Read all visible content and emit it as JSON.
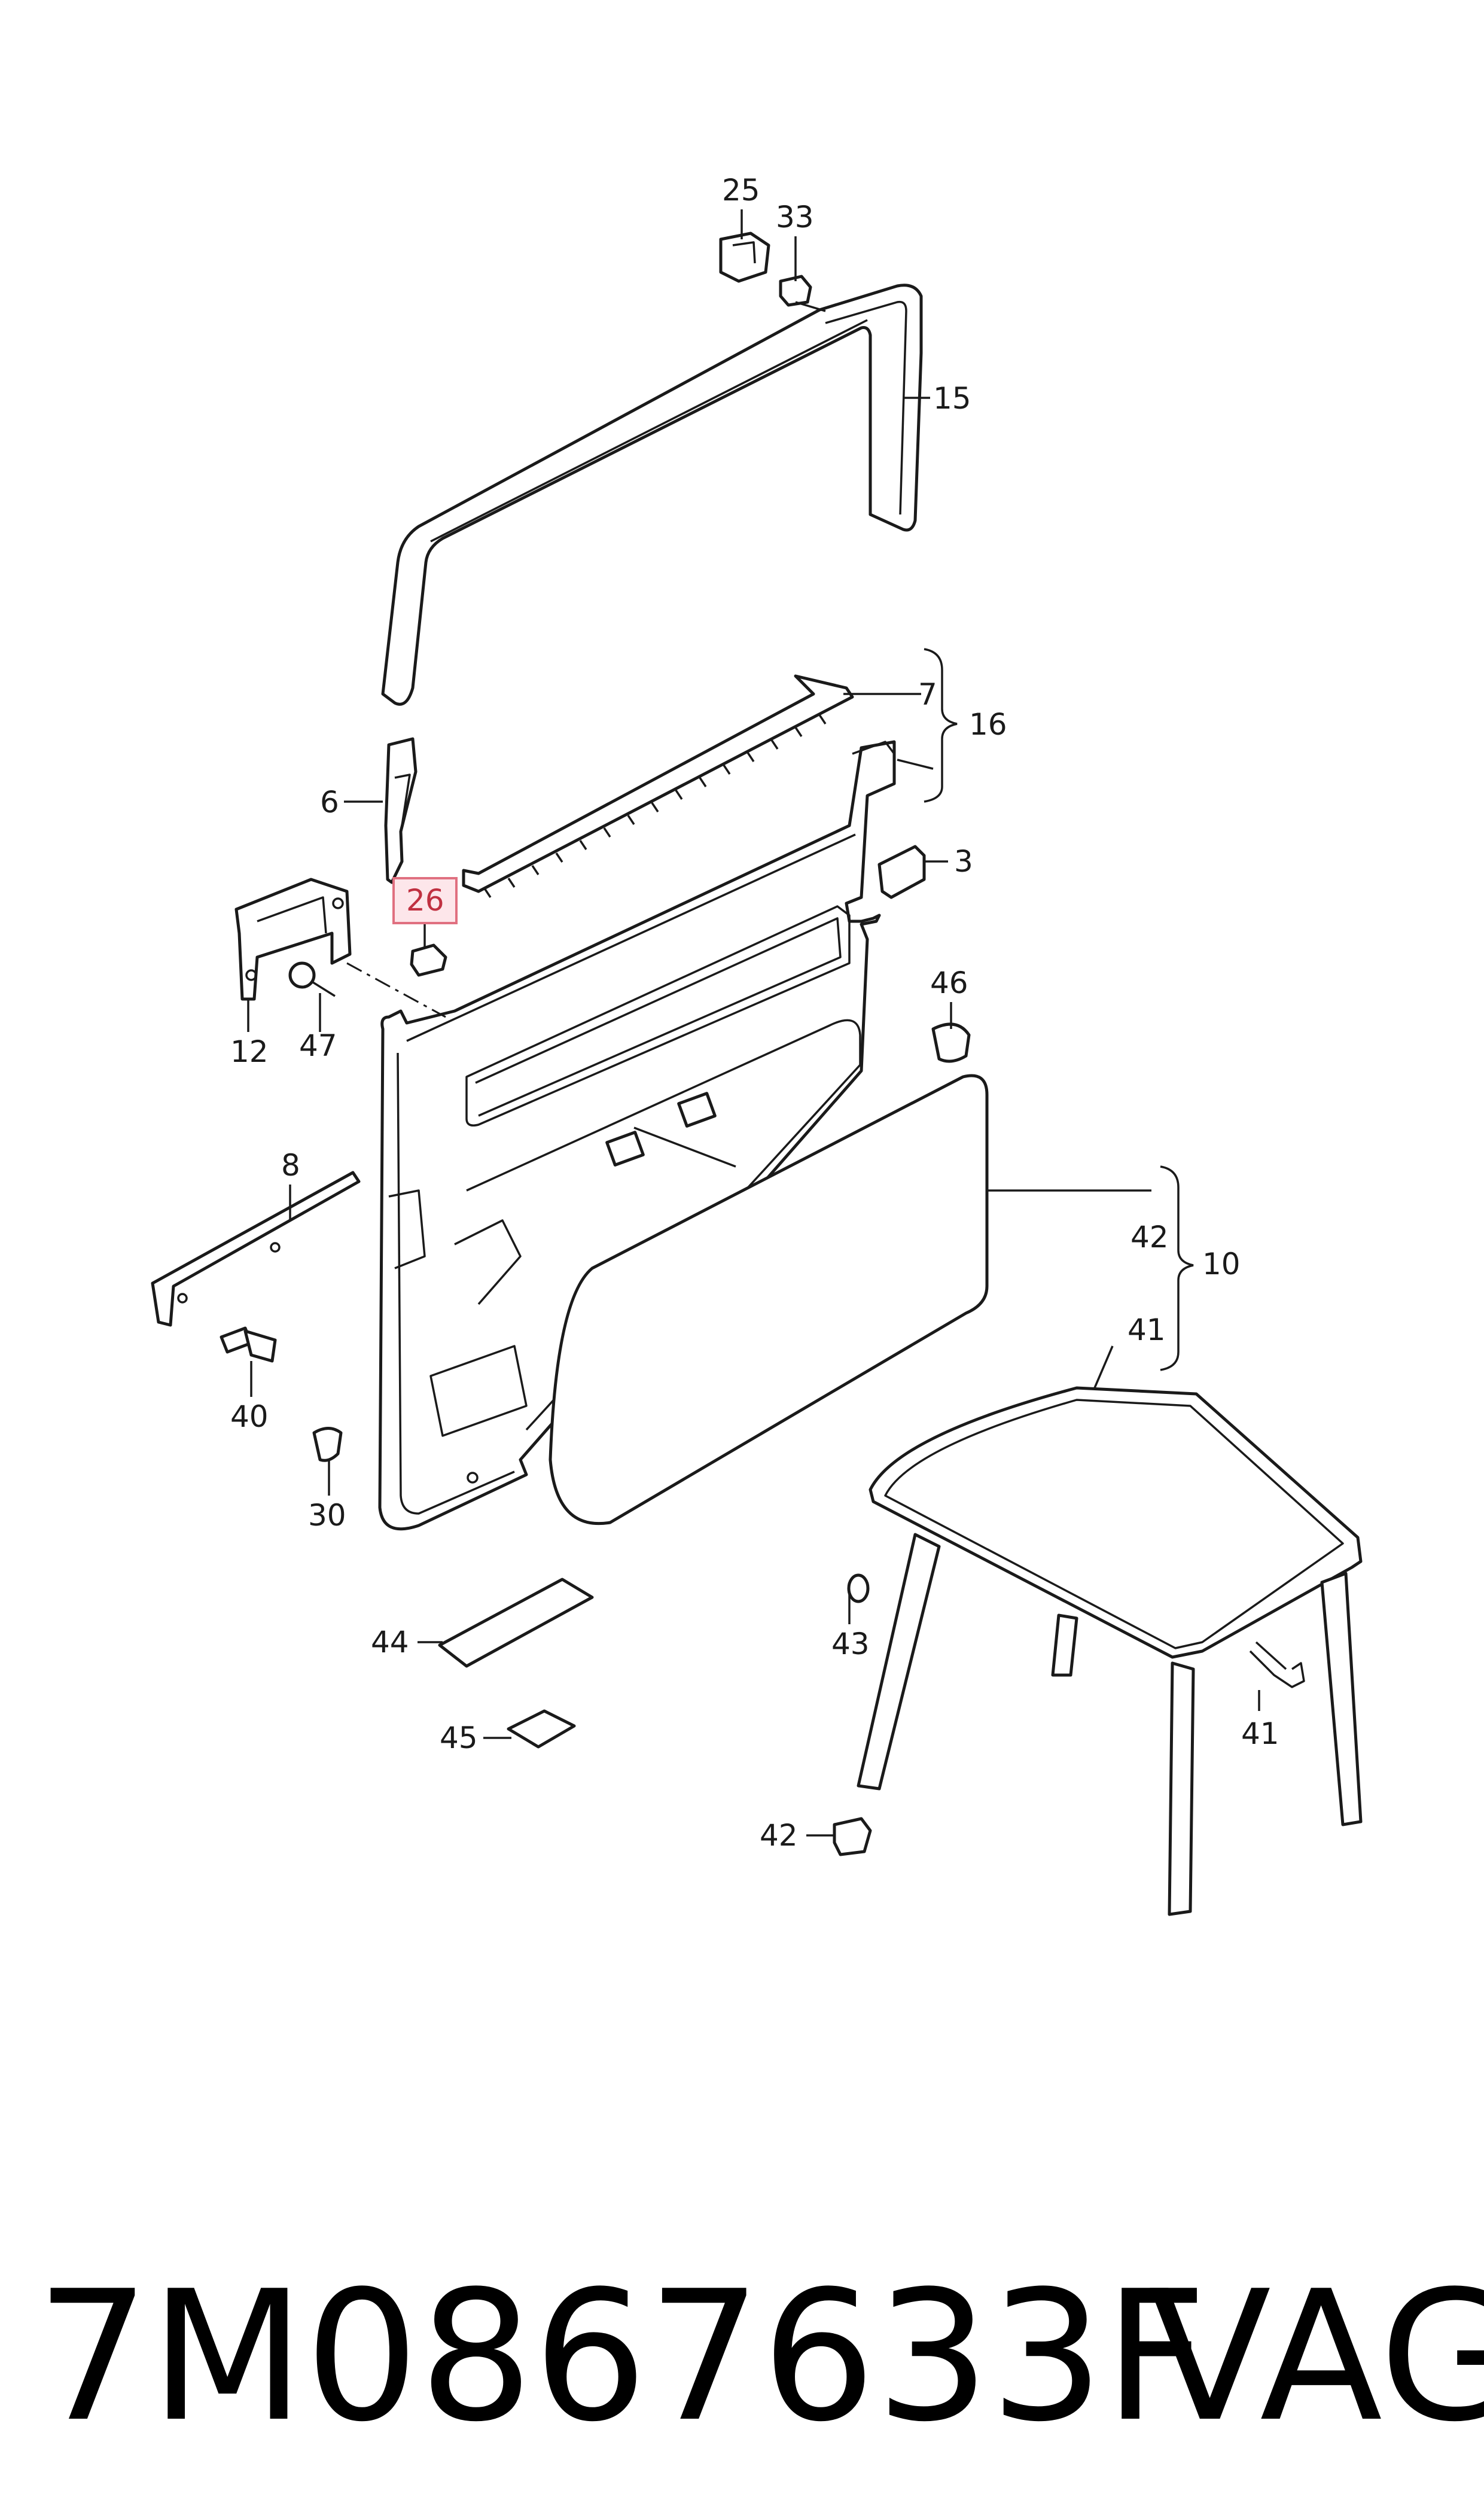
{
  "callouts": {
    "c25": "25",
    "c33": "33",
    "c15": "15",
    "c7": "7",
    "c16": "16",
    "c6": "6",
    "c26": "26",
    "c3": "3",
    "c12": "12",
    "c47": "47",
    "c46": "46",
    "c8": "8",
    "c42a": "42",
    "c10": "10",
    "c41a": "41",
    "c40": "40",
    "c30": "30",
    "c44": "44",
    "c43": "43",
    "c45": "45",
    "c41b": "41",
    "c42b": "42"
  },
  "highlighted_callout": "26",
  "caption": {
    "part_number": "7M0867633F",
    "brand": "VAG"
  },
  "colors": {
    "line": "#1a1a1a",
    "highlight_border": "#e07080",
    "highlight_fill": "#fde6ea",
    "background": "#ffffff"
  }
}
